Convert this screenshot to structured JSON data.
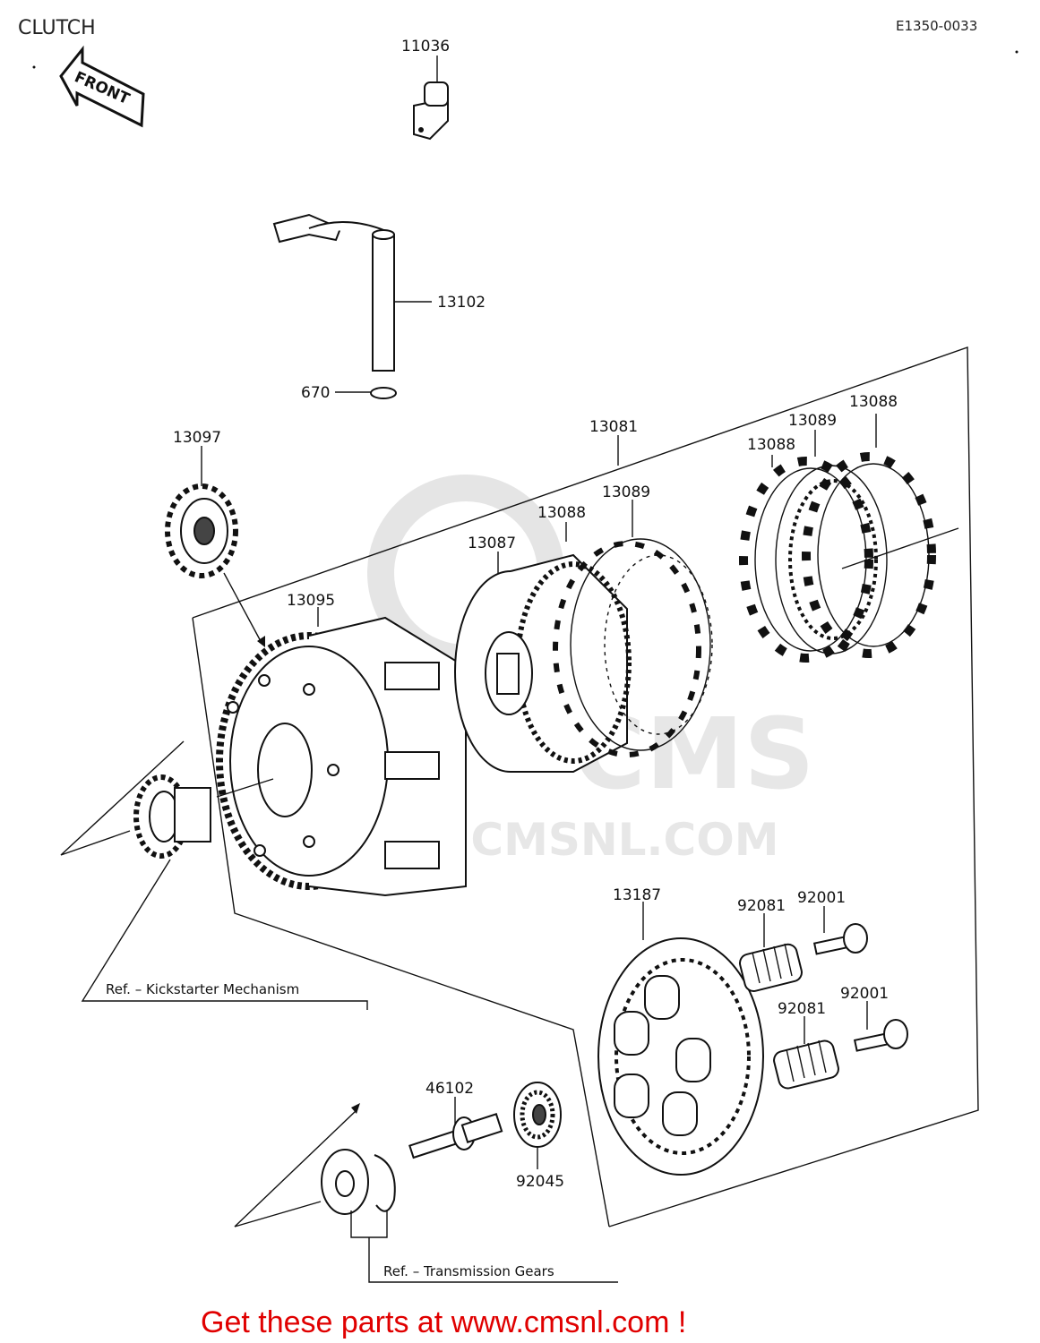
{
  "header": {
    "title": "CLUTCH",
    "diagram_code": "E1350-0033"
  },
  "front_arrow": {
    "label": "FRONT"
  },
  "parts": {
    "p11036": "11036",
    "p13102": "13102",
    "p670": "670",
    "p13097": "13097",
    "p13081": "13081",
    "p13088_a": "13088",
    "p13089_a": "13089",
    "p13088_b": "13088",
    "p13089_b": "13089",
    "p13088_c": "13088",
    "p13087": "13087",
    "p13095": "13095",
    "p13187": "13187",
    "p92081_a": "92081",
    "p92001_a": "92001",
    "p92081_b": "92081",
    "p92001_b": "92001",
    "p46102": "46102",
    "p92045": "92045"
  },
  "references": {
    "kickstarter": "Ref. – Kickstarter Mechanism",
    "transmission": "Ref. – Transmission Gears"
  },
  "watermark": {
    "text": "WWW.CMSNL.COM",
    "brand": "CMS"
  },
  "footer": {
    "text": "Get these parts at www.cmsnl.com !"
  },
  "colors": {
    "footer": "#e00000",
    "lines": "#111111",
    "watermark": "#d8d8d8"
  }
}
